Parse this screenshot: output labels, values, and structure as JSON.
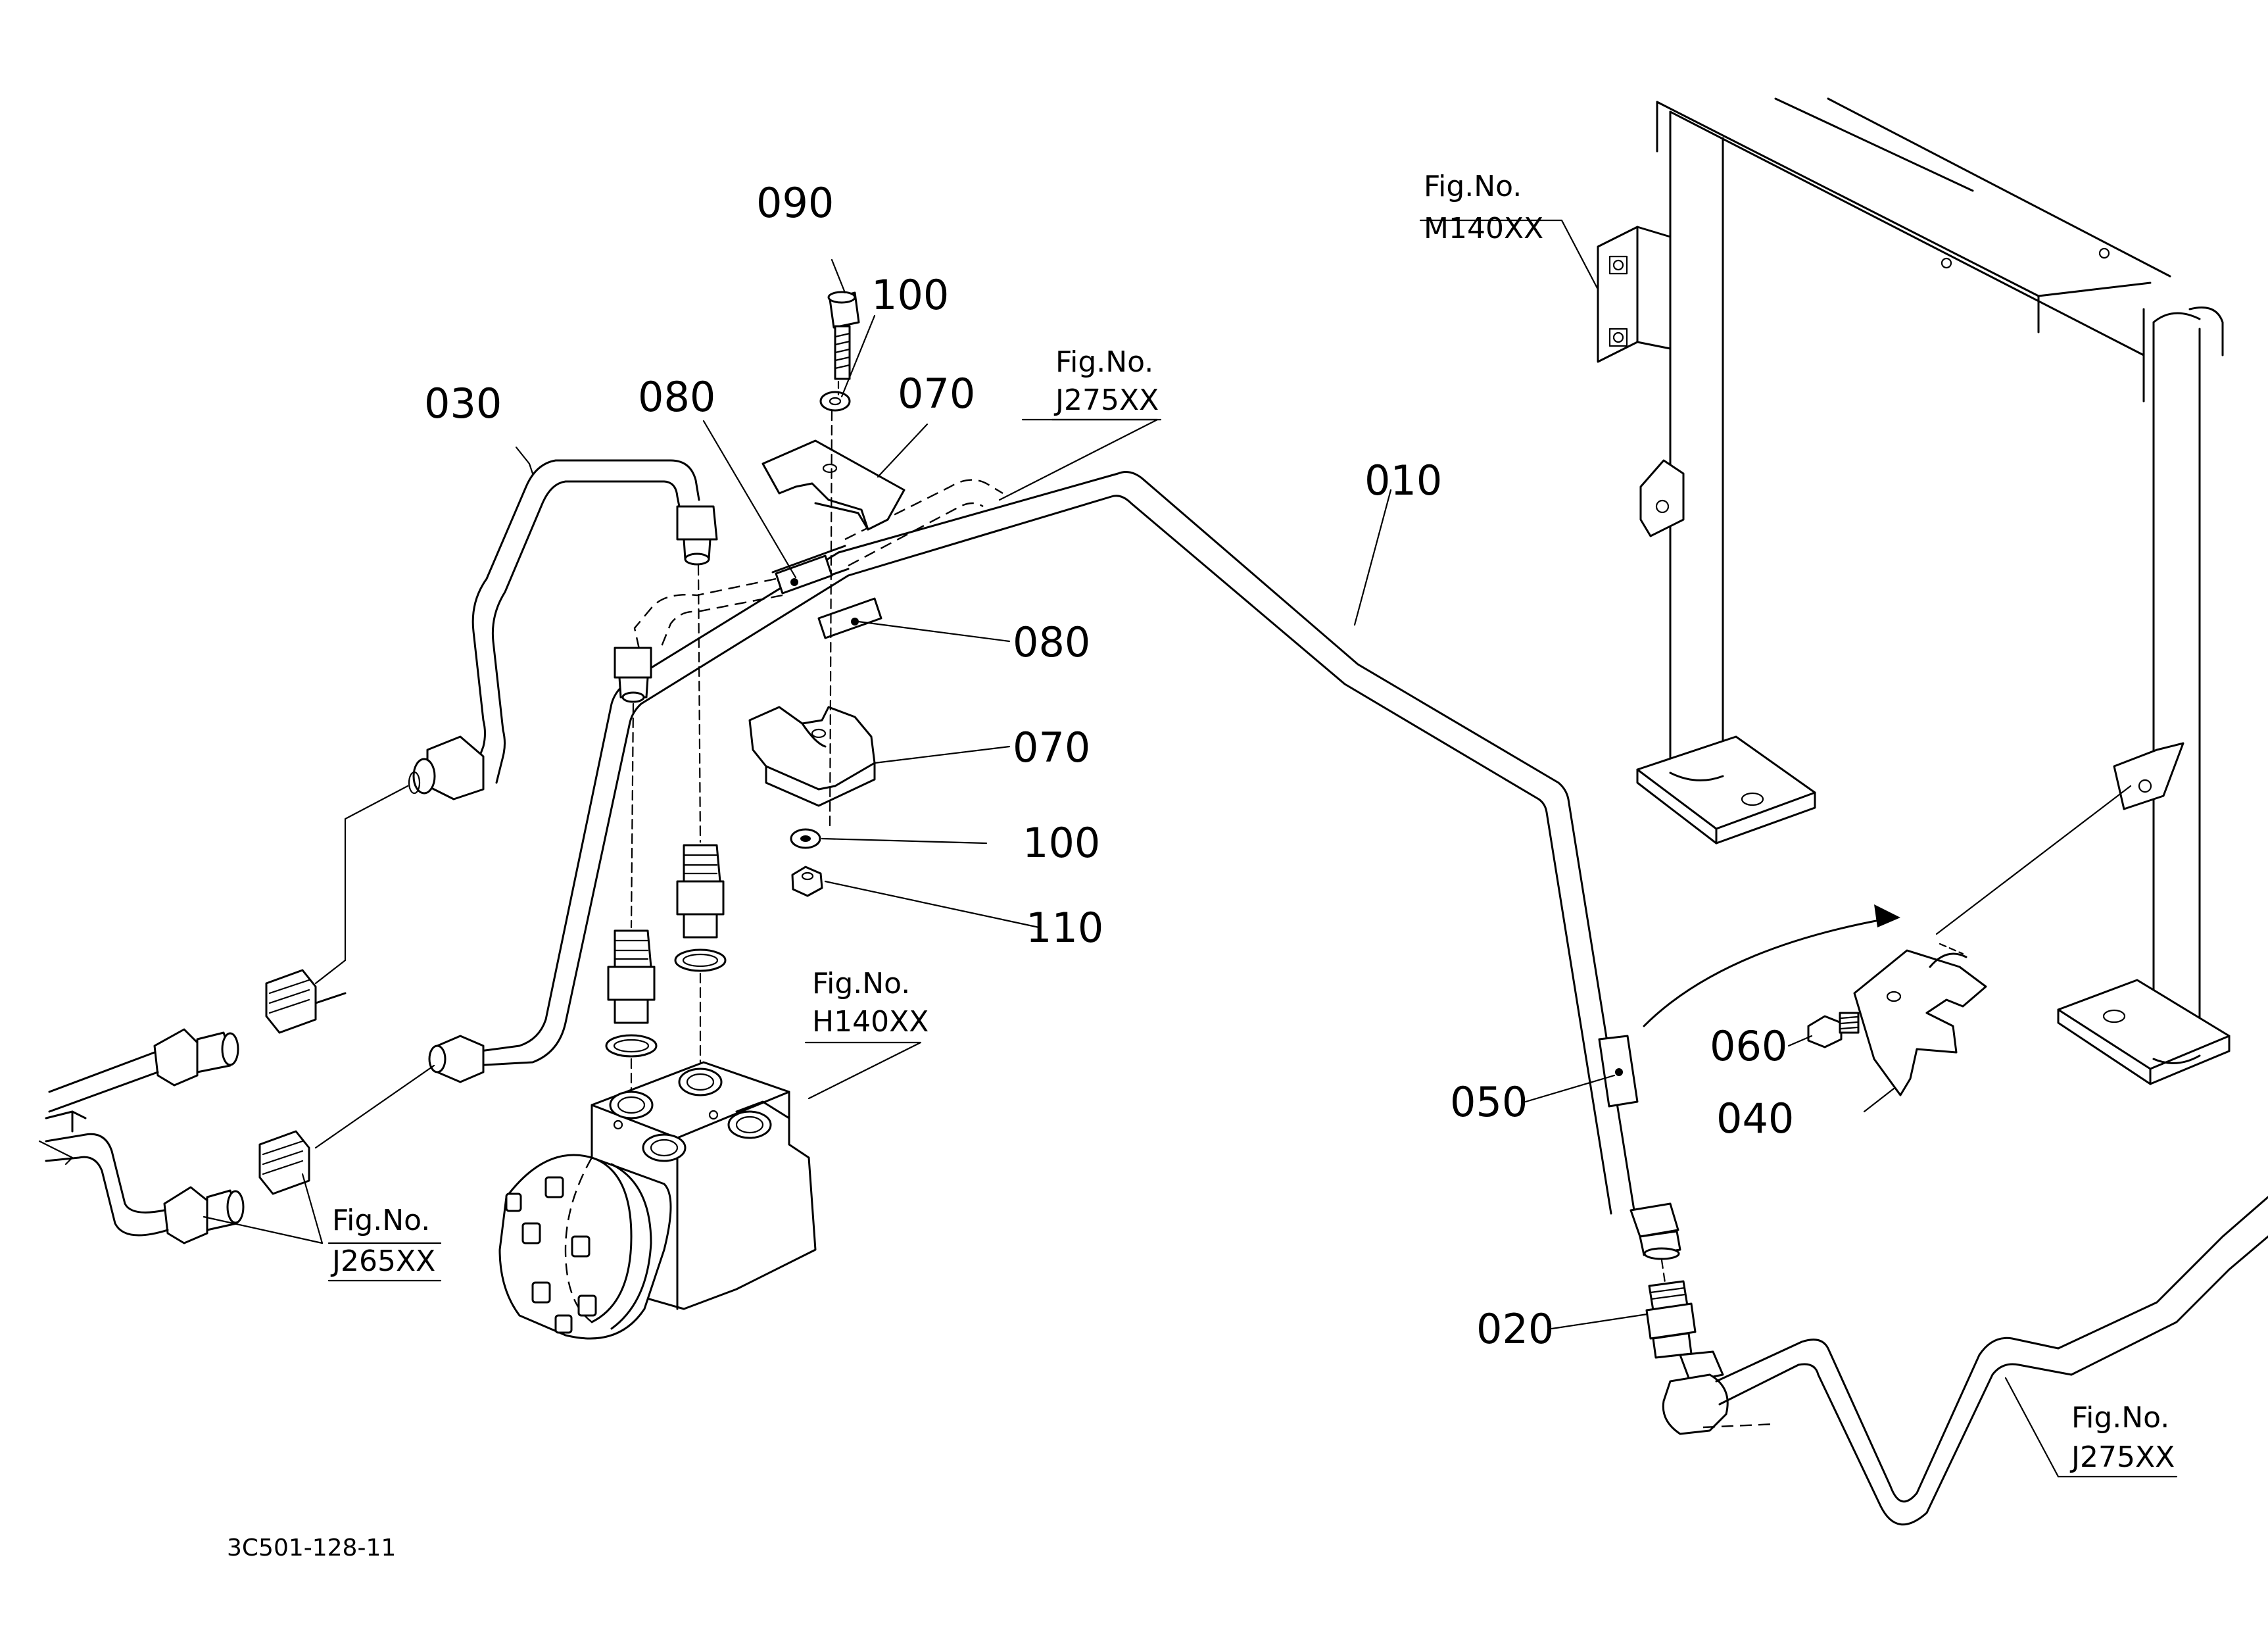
{
  "drawing_id": "3C501-128-11",
  "part_callouts": [
    {
      "id": "p090",
      "number": "090"
    },
    {
      "id": "p100a",
      "number": "100"
    },
    {
      "id": "p030",
      "number": "030"
    },
    {
      "id": "p080a",
      "number": "080"
    },
    {
      "id": "p070a",
      "number": "070"
    },
    {
      "id": "p010",
      "number": "010"
    },
    {
      "id": "p080b",
      "number": "080"
    },
    {
      "id": "p070b",
      "number": "070"
    },
    {
      "id": "p100b",
      "number": "100"
    },
    {
      "id": "p110",
      "number": "110"
    },
    {
      "id": "p060",
      "number": "060"
    },
    {
      "id": "p040",
      "number": "040"
    },
    {
      "id": "p050",
      "number": "050"
    },
    {
      "id": "p020",
      "number": "020"
    }
  ],
  "figure_refs": [
    {
      "id": "ref_m140",
      "caption": "Fig.No.",
      "code": "M140XX"
    },
    {
      "id": "ref_j275_top",
      "caption": "Fig.No.",
      "code": "J275XX"
    },
    {
      "id": "ref_h140",
      "caption": "Fig.No.",
      "code": "H140XX"
    },
    {
      "id": "ref_j265",
      "caption": "Fig.No.",
      "code": "J265XX"
    },
    {
      "id": "ref_j275_bottom",
      "caption": "Fig.No.",
      "code": "J275XX"
    }
  ]
}
